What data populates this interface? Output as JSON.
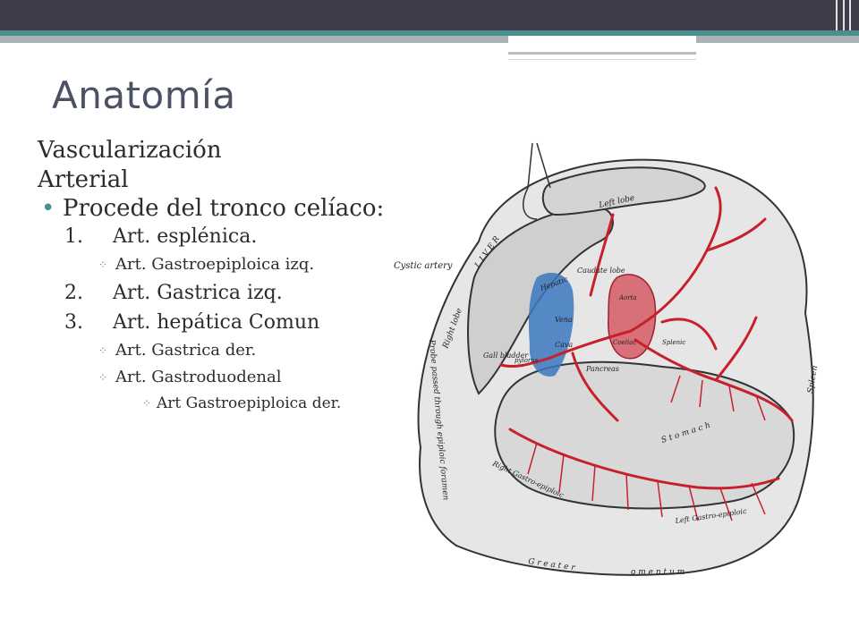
{
  "slide": {
    "title": "Anatomía",
    "heading1": "Vascularización",
    "heading2": "Arterial",
    "bullet": "Procede del tronco celíaco:",
    "list": [
      {
        "num": "1.",
        "text": "Art. esplénica."
      },
      {
        "num": "2.",
        "text": "Art. Gastrica izq."
      },
      {
        "num": "3.",
        "text": "Art. hepática Comun"
      }
    ],
    "sub1": [
      "Art. Gastroepiploica izq."
    ],
    "sub3": [
      "Art. Gastrica der.",
      "Art. Gastroduodenal"
    ],
    "sub3_2": [
      "Art Gastroepiploica der."
    ]
  },
  "illustration": {
    "labels": {
      "cystic": "Cystic artery",
      "left_lobe": "Left lobe",
      "right_lobe": "Right lobe",
      "liver": "L I V E R",
      "caudate": "Caudate lobe",
      "hepatic": "Hepatic",
      "vena": "Vena",
      "cava": "Cava",
      "aorta": "Aorta",
      "gall": "Gall bladder",
      "pylorus": "pylorus",
      "pancreas": "Pancreas",
      "stomach": "S t o m a c h",
      "probe": "Probe passed through epiploic foramen",
      "gastro_epiploic": "Right Gastro-epiploic",
      "left_gastro": "Left Gastro-epiploic",
      "greater": "G r e a t e r",
      "omentum": "o m e n t u m",
      "spleen": "Spleen",
      "coeliac": "Coeliac",
      "splenic": "Splenic"
    },
    "colors": {
      "artery": "#c8202a",
      "vein": "#3a78c0",
      "organ": "#d9d9d9",
      "line": "#333333"
    }
  }
}
